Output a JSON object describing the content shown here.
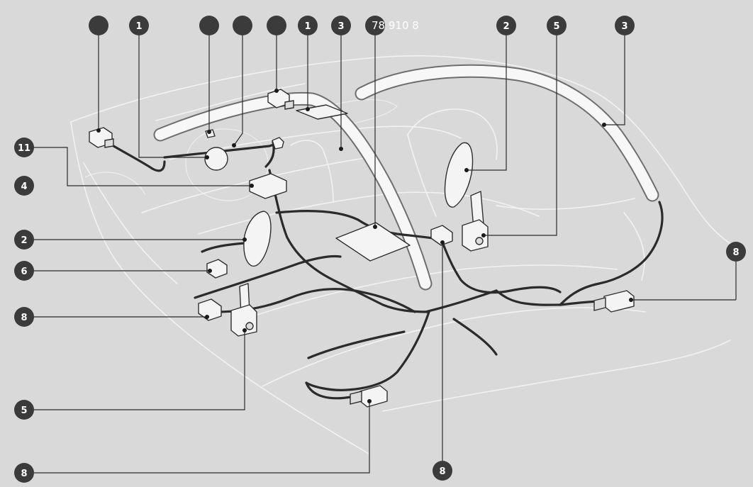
{
  "diagram": {
    "callouts_top": [
      "",
      "1",
      "",
      "",
      "",
      "1",
      "3",
      "",
      "2",
      "5",
      "3"
    ],
    "callouts_left": [
      "11",
      "4",
      "2",
      "6",
      "8",
      "5",
      "8"
    ],
    "callouts_right": [
      "8"
    ],
    "callout_bottom": "8",
    "overlay_text": "78 910 8"
  }
}
